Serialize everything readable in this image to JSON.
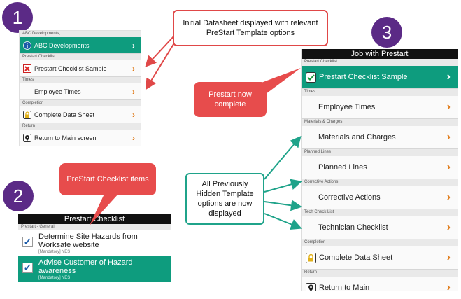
{
  "badges": [
    "1",
    "2",
    "3"
  ],
  "callouts": {
    "initial": "Initial Datasheet displayed with relevant PreStart Template options",
    "complete": "Prestart now complete",
    "items": "PreStart Checklist items",
    "hidden": "All Previously Hidden Template options are now displayed"
  },
  "panel1": {
    "sections": [
      "ABC Developments,",
      "Prestart Checklist",
      "Times",
      "Completion",
      "Return"
    ],
    "rows": [
      {
        "label": "ABC Developments",
        "icon": "info-icon"
      },
      {
        "label": "Prestart Checklist Sample",
        "icon": "cross-icon"
      },
      {
        "label": "Employee Times",
        "icon": ""
      },
      {
        "label": "Complete Data Sheet",
        "icon": "lock-icon"
      },
      {
        "label": "Return to Main screen",
        "icon": "location-pin-icon"
      }
    ]
  },
  "panel2": {
    "title": "Prestart Checklist",
    "section": "Prestart - General",
    "items": [
      {
        "text": "Determine Site Hazards from Worksafe website",
        "sub": "[Mandatory] YES"
      },
      {
        "text": "Advise Customer of Hazard awareness",
        "sub": "[Mandatory] YES"
      }
    ]
  },
  "panel3": {
    "title": "Job with Prestart",
    "sections": [
      "Prestart Checklist",
      "Times",
      "Materials & Charges",
      "Planned Lines",
      "Corrective Actions",
      "Tech Check List",
      "Completion",
      "Return"
    ],
    "rows": [
      {
        "label": "Prestart Checklist Sample",
        "icon": "checkmark-icon"
      },
      {
        "label": "Employee Times"
      },
      {
        "label": "Materials and Charges"
      },
      {
        "label": "Planned Lines"
      },
      {
        "label": "Corrective Actions"
      },
      {
        "label": "Technician Checklist"
      },
      {
        "label": "Complete Data Sheet",
        "icon": "lock-icon"
      },
      {
        "label": "Return to Main"
      }
    ]
  },
  "colors": {
    "accent": "#0e9c7e",
    "badge": "#5b2a86",
    "callout_red": "#e74c4c",
    "chevron": "#e07b1a"
  }
}
